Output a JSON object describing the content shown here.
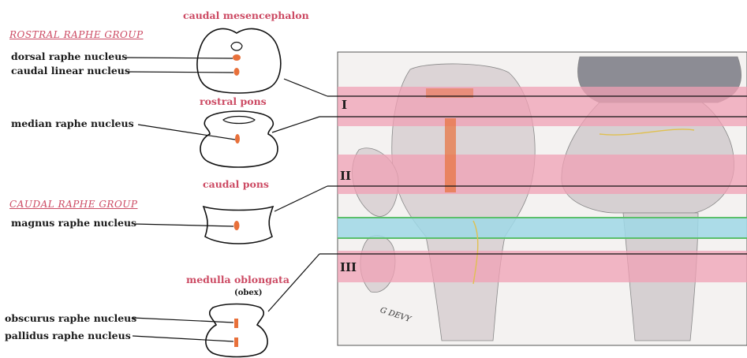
{
  "groups": {
    "rostral": "ROSTRAL RAPHE GROUP",
    "caudal": "CAUDAL RAPHE GROUP"
  },
  "sections": {
    "caudal_mesencephalon": "caudal mesencephalon",
    "rostral_pons": "rostral pons",
    "caudal_pons": "caudal pons",
    "medulla_oblongata": "medulla oblongata",
    "obex": "(obex)"
  },
  "nuclei": {
    "dorsal": "dorsal raphe nucleus",
    "caudal_linear": "caudal linear nucleus",
    "median": "median raphe nucleus",
    "magnus": "magnus raphe nucleus",
    "obscurus": "obscurus raphe nucleus",
    "pallidus": "pallidus raphe nucleus"
  },
  "levels": {
    "I": "I",
    "II": "II",
    "III": "III"
  },
  "signature": "G DEVY",
  "colors": {
    "label_pink": "#cc4a63",
    "band_pink": "#f0a0b4",
    "band_cyan": "#9fd8e6",
    "band_green": "#5bbf6a",
    "nucleus_orange": "#e8703a"
  }
}
